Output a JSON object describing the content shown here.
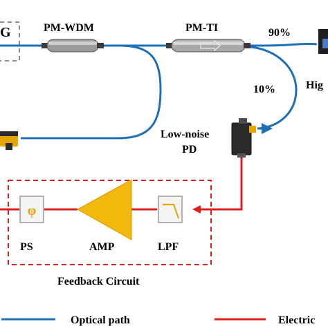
{
  "labels": {
    "source_fragment": "G",
    "pm_wdm": "PM-WDM",
    "pm_ti": "PM-TI",
    "split_90": "90%",
    "split_10": "10%",
    "hig_fragment": "Hig",
    "pd_line1": "Low-noise",
    "pd_line2": "PD",
    "phi": "φ",
    "ps": "PS",
    "amp": "AMP",
    "lpf": "LPF",
    "feedback": "Feedback Circuit"
  },
  "legend": {
    "optical": "Optical path",
    "electric": "Electric"
  },
  "colors": {
    "optical": "#1f6fb7",
    "electric": "#e01e1e",
    "amp_fill": "#f2b90c",
    "box_border": "#e01e1e"
  }
}
